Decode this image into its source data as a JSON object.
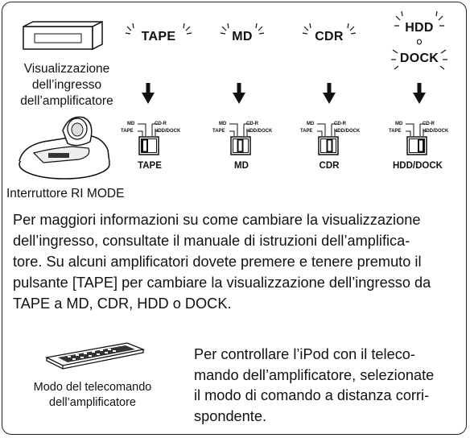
{
  "amplifier": {
    "caption_line1": "Visualizzazione",
    "caption_line2": "dell’ingresso",
    "caption_line3": "dell’amplificatore"
  },
  "dock": {
    "caption": "Interruttore RI MODE"
  },
  "inputs": [
    {
      "display": "TAPE",
      "switch_name": "TAPE"
    },
    {
      "display": "MD",
      "switch_name": "MD"
    },
    {
      "display": "CDR",
      "switch_name": "CDR"
    },
    {
      "display_top": "HDD",
      "display_bottom": "DOCK",
      "switch_name": "HDD/DOCK"
    }
  ],
  "switch_labels": {
    "md": "MD",
    "cdr": "CD-R",
    "tape": "TAPE",
    "hdd_dock": "HDD/DOCK"
  },
  "paragraph": {
    "lines": [
      "Per maggiori informazioni su come cambiare la visualizzazione",
      "dell’ingresso, consultate il manuale di istruzioni dell’amplifica-",
      "tore. Su alcuni amplificatori dovete premere e tenere premuto il",
      "pulsante [TAPE] per cambiare la visualizzazione dell’ingresso da",
      "TAPE a MD, CDR, HDD o DOCK."
    ]
  },
  "remote": {
    "caption_line1": "Modo del telecomando",
    "caption_line2": "dell’amplificatore",
    "paragraph_lines": [
      "Per controllare l’iPod con il teleco-",
      "mando dell’amplificatore, selezionate",
      "il modo di comando a distanza corri-",
      "spondente."
    ]
  }
}
